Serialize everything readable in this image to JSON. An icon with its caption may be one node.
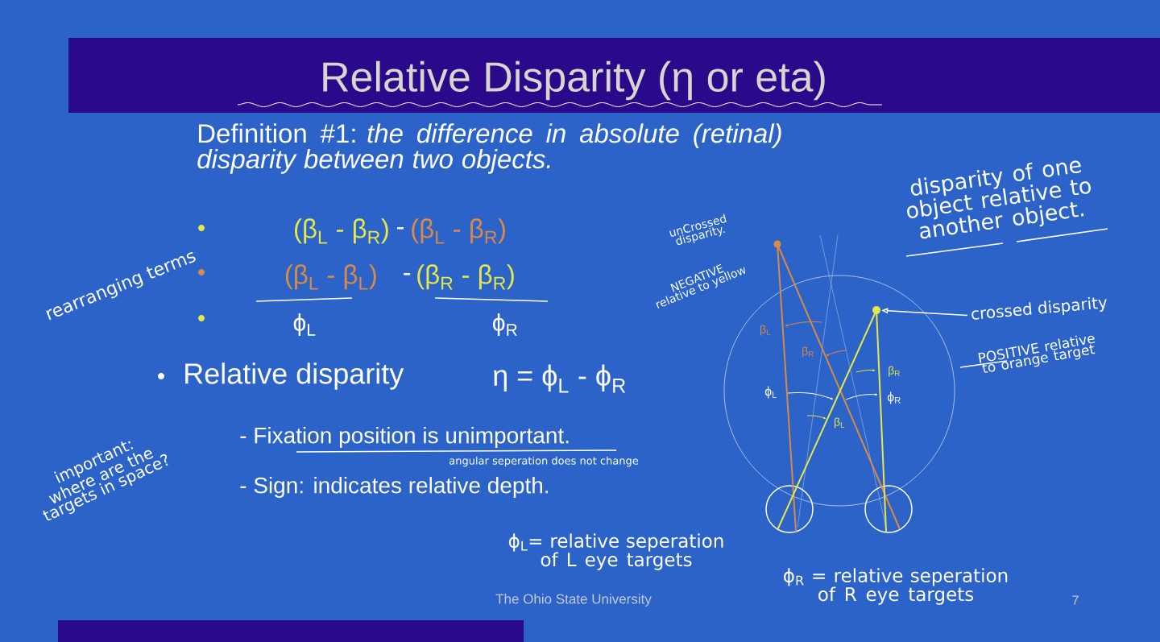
{
  "diagram": {
    "title": "Relative Disparity (η or eta)",
    "nodes": [
      {
        "text": [],
        "shape": "circle"
      },
      {
        "text": [
          "crossed disparity"
        ]
      }
    ],
    "edges": [
      {
        "from": 1,
        "to": 0,
        "arrow": "to"
      }
    ],
    "labels": [
      "Definition #1: *the difference in absolute (retinal) disparity between two objects.*",
      "(β$_{L}$ - β$_{R}$)",
      "-",
      "(β$_{L}$ - β$_{R}$)",
      "(β$_{L}$ - β$_{L}$)",
      "-",
      "(β$_{R}$ - β$_{R}$)",
      "ϕ$_{L}$",
      "ϕ$_{R}$",
      "Relative disparity",
      "η = ϕ$_{L}$ - ϕ$_{R}$",
      "- Fixation position is unimportant.",
      "angular seperation does not change",
      "- Sign: indicates relative depth.",
      "rearranging terms",
      "important: where are the targets in space?",
      "unCrossed disparity.",
      "NEGATIVE relative to yellow",
      "disparity of one object relative to another object.",
      "POSITIVE relative to orange target",
      "β$_{L}$",
      "β$_{R}$",
      "ϕ$_{L}$",
      "β$_{R}$",
      "ϕ$_{R}$",
      "β$_{L}$",
      "ϕ$_{L}$= relative seperation of L eye targets",
      "ϕ$_{R}$ = relative seperation of R eye targets",
      "The Ohio State University",
      "7"
    ]
  }
}
